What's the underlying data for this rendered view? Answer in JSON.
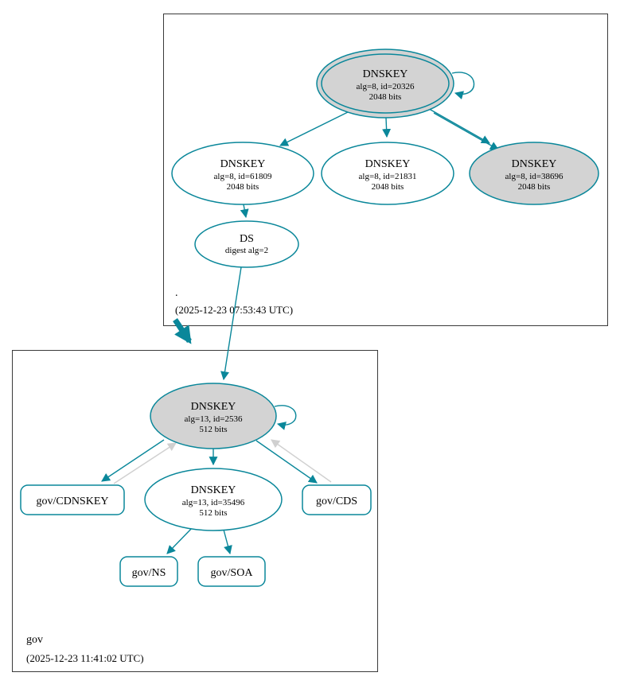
{
  "root_zone": {
    "label": ".",
    "timestamp": "(2025-12-23 07:53:43 UTC)",
    "ksk": {
      "name": "DNSKEY",
      "detail": "alg=8, id=20326",
      "bits": "2048 bits"
    },
    "zsk_left": {
      "name": "DNSKEY",
      "detail": "alg=8, id=61809",
      "bits": "2048 bits"
    },
    "zsk_mid": {
      "name": "DNSKEY",
      "detail": "alg=8, id=21831",
      "bits": "2048 bits"
    },
    "zsk_right": {
      "name": "DNSKEY",
      "detail": "alg=8, id=38696",
      "bits": "2048 bits"
    },
    "ds": {
      "name": "DS",
      "detail": "digest alg=2"
    }
  },
  "gov_zone": {
    "label": "gov",
    "timestamp": "(2025-12-23 11:41:02 UTC)",
    "ksk": {
      "name": "DNSKEY",
      "detail": "alg=13, id=2536",
      "bits": "512 bits"
    },
    "zsk": {
      "name": "DNSKEY",
      "detail": "alg=13, id=35496",
      "bits": "512 bits"
    },
    "cdnskey_label": "gov/CDNSKEY",
    "cds_label": "gov/CDS",
    "ns_label": "gov/NS",
    "soa_label": "gov/SOA"
  },
  "colors": {
    "secure": "#0a879a",
    "node_fill_gray": "#d3d3d3",
    "edge_gray": "#d0d0d0",
    "box_border": "#3a3a3a"
  }
}
